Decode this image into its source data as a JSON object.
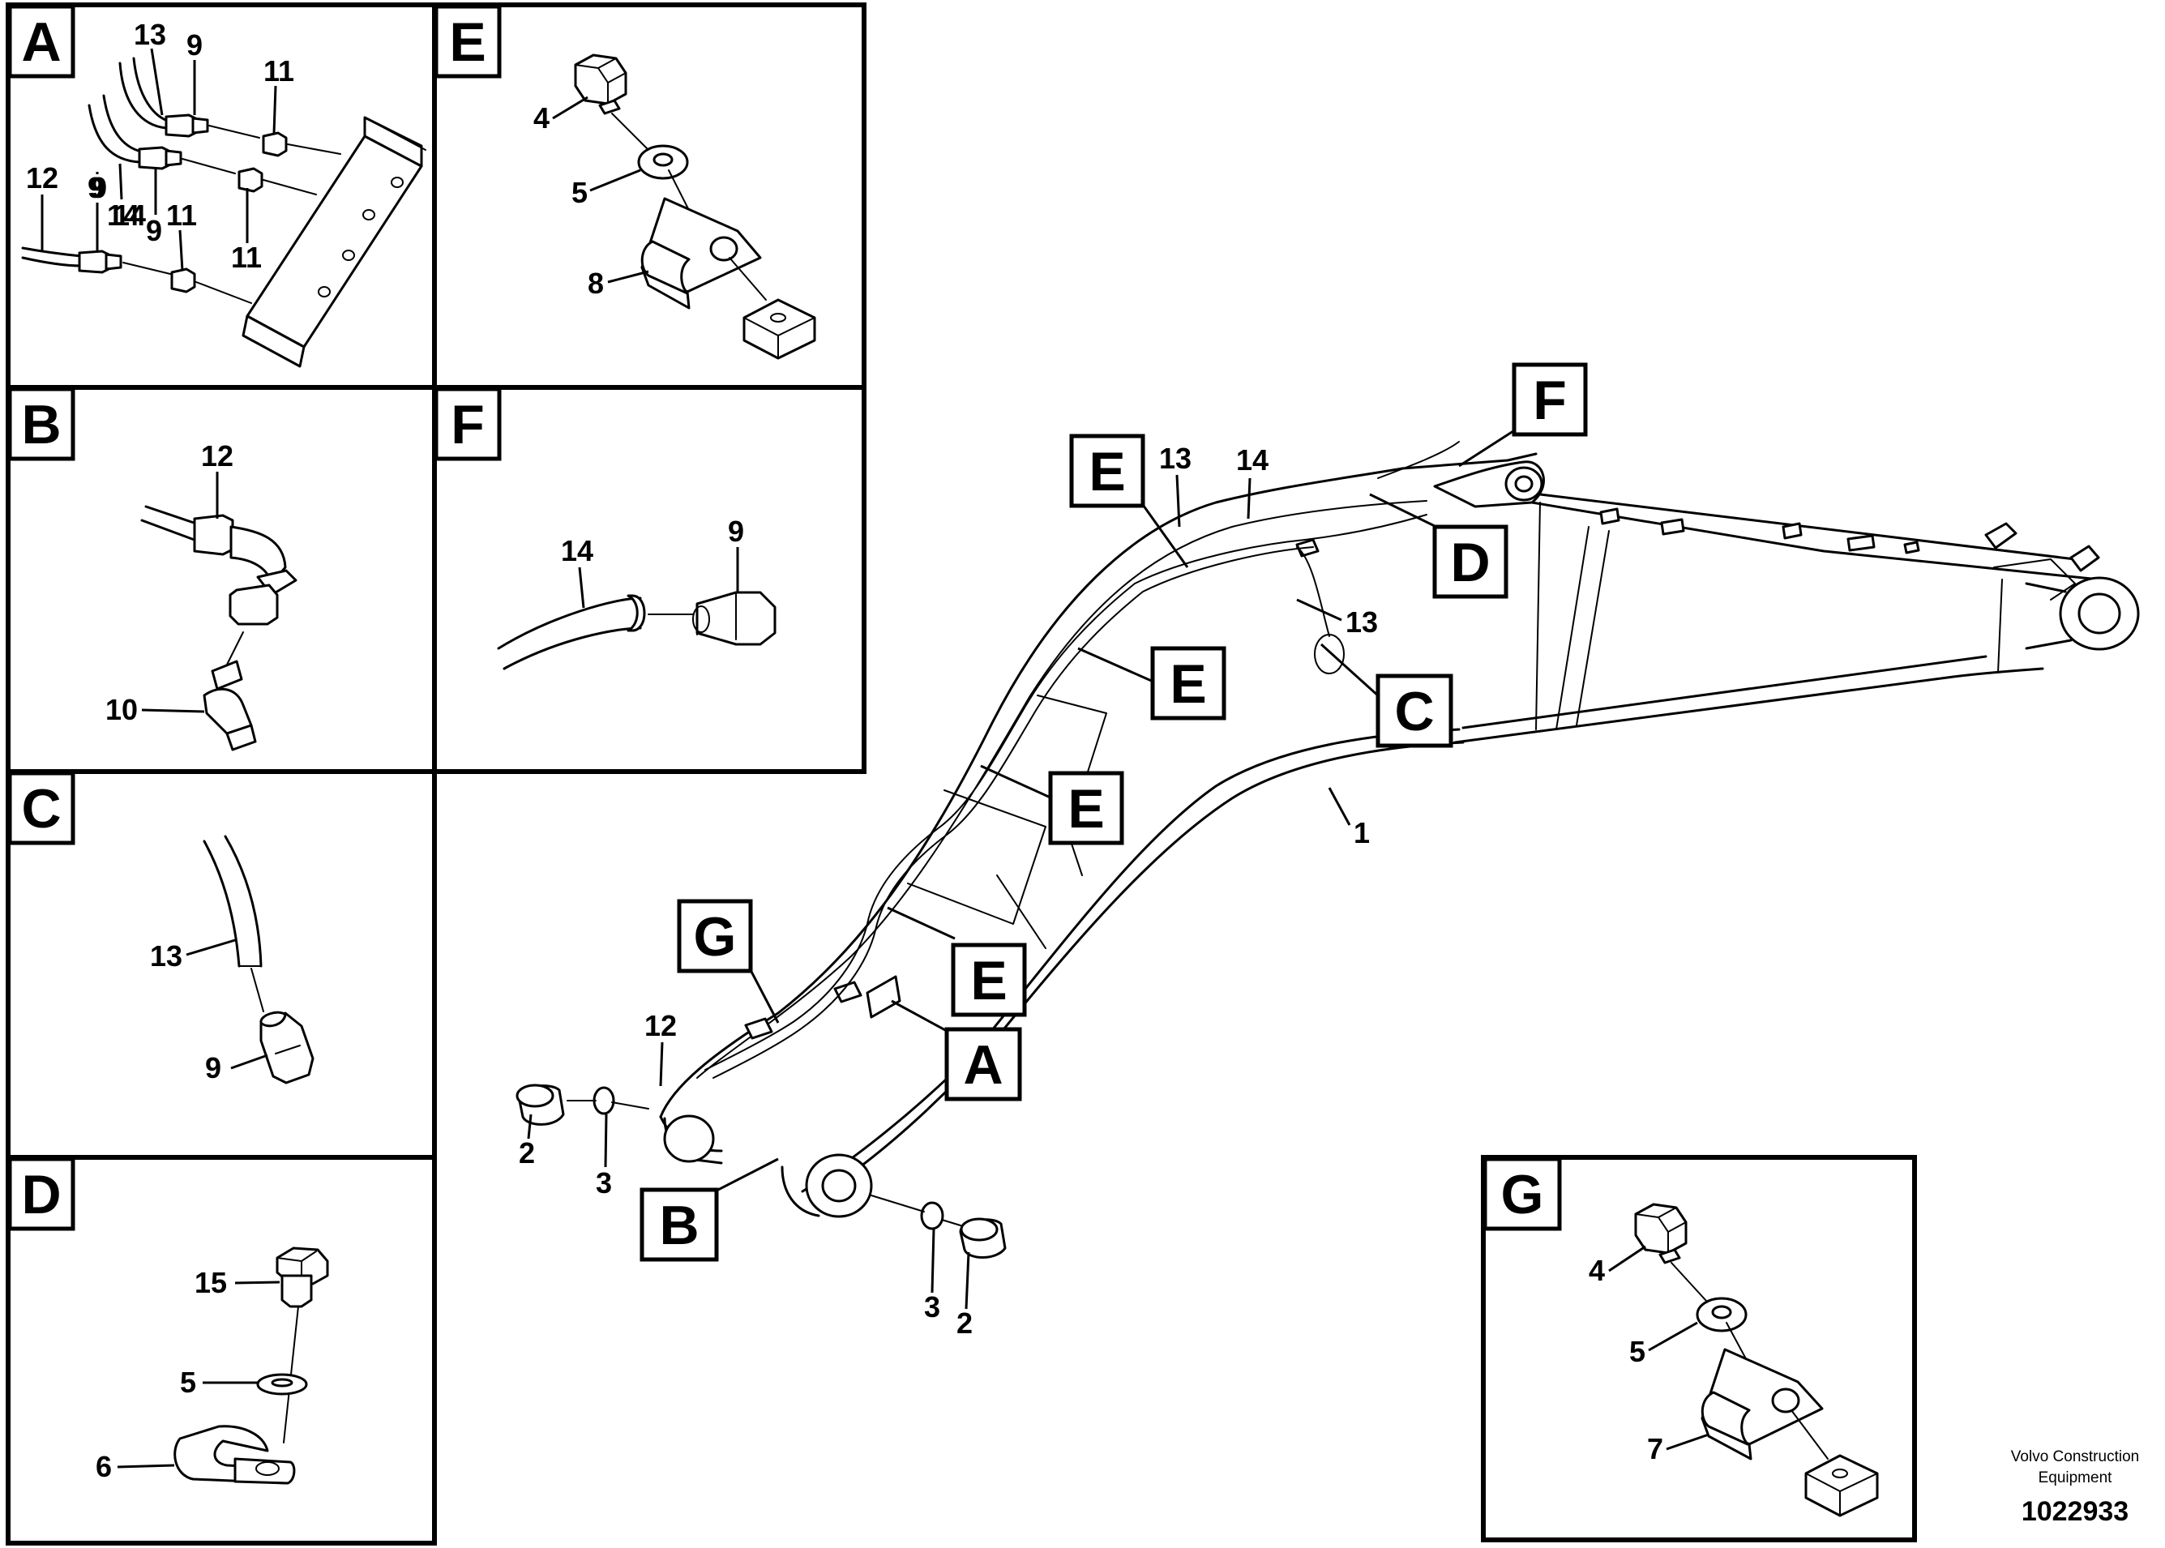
{
  "panels": {
    "A": {
      "letter": "A",
      "callouts": [
        "13",
        "9",
        "11",
        "9",
        "14",
        "9",
        "11",
        "12",
        "9",
        "14",
        "11"
      ]
    },
    "B": {
      "letter": "B",
      "callouts": [
        "12",
        "10"
      ]
    },
    "C": {
      "letter": "C",
      "callouts": [
        "13",
        "9"
      ]
    },
    "D": {
      "letter": "D",
      "callouts": [
        "15",
        "5",
        "6"
      ]
    },
    "E": {
      "letter": "E",
      "callouts": [
        "4",
        "5",
        "8"
      ]
    },
    "F": {
      "letter": "F",
      "callouts": [
        "14",
        "9"
      ]
    },
    "G": {
      "letter": "G",
      "callouts": [
        "4",
        "5",
        "7"
      ]
    }
  },
  "main": {
    "detail_labels": [
      "F",
      "E",
      "D",
      "E",
      "C",
      "E",
      "G",
      "E",
      "A",
      "B"
    ],
    "callouts": [
      "13",
      "14",
      "13",
      "1",
      "12",
      "2",
      "3",
      "3",
      "2"
    ]
  },
  "footer": {
    "credit_line1": "Volvo Construction",
    "credit_line2": "Equipment",
    "doc_number": "1022933"
  }
}
